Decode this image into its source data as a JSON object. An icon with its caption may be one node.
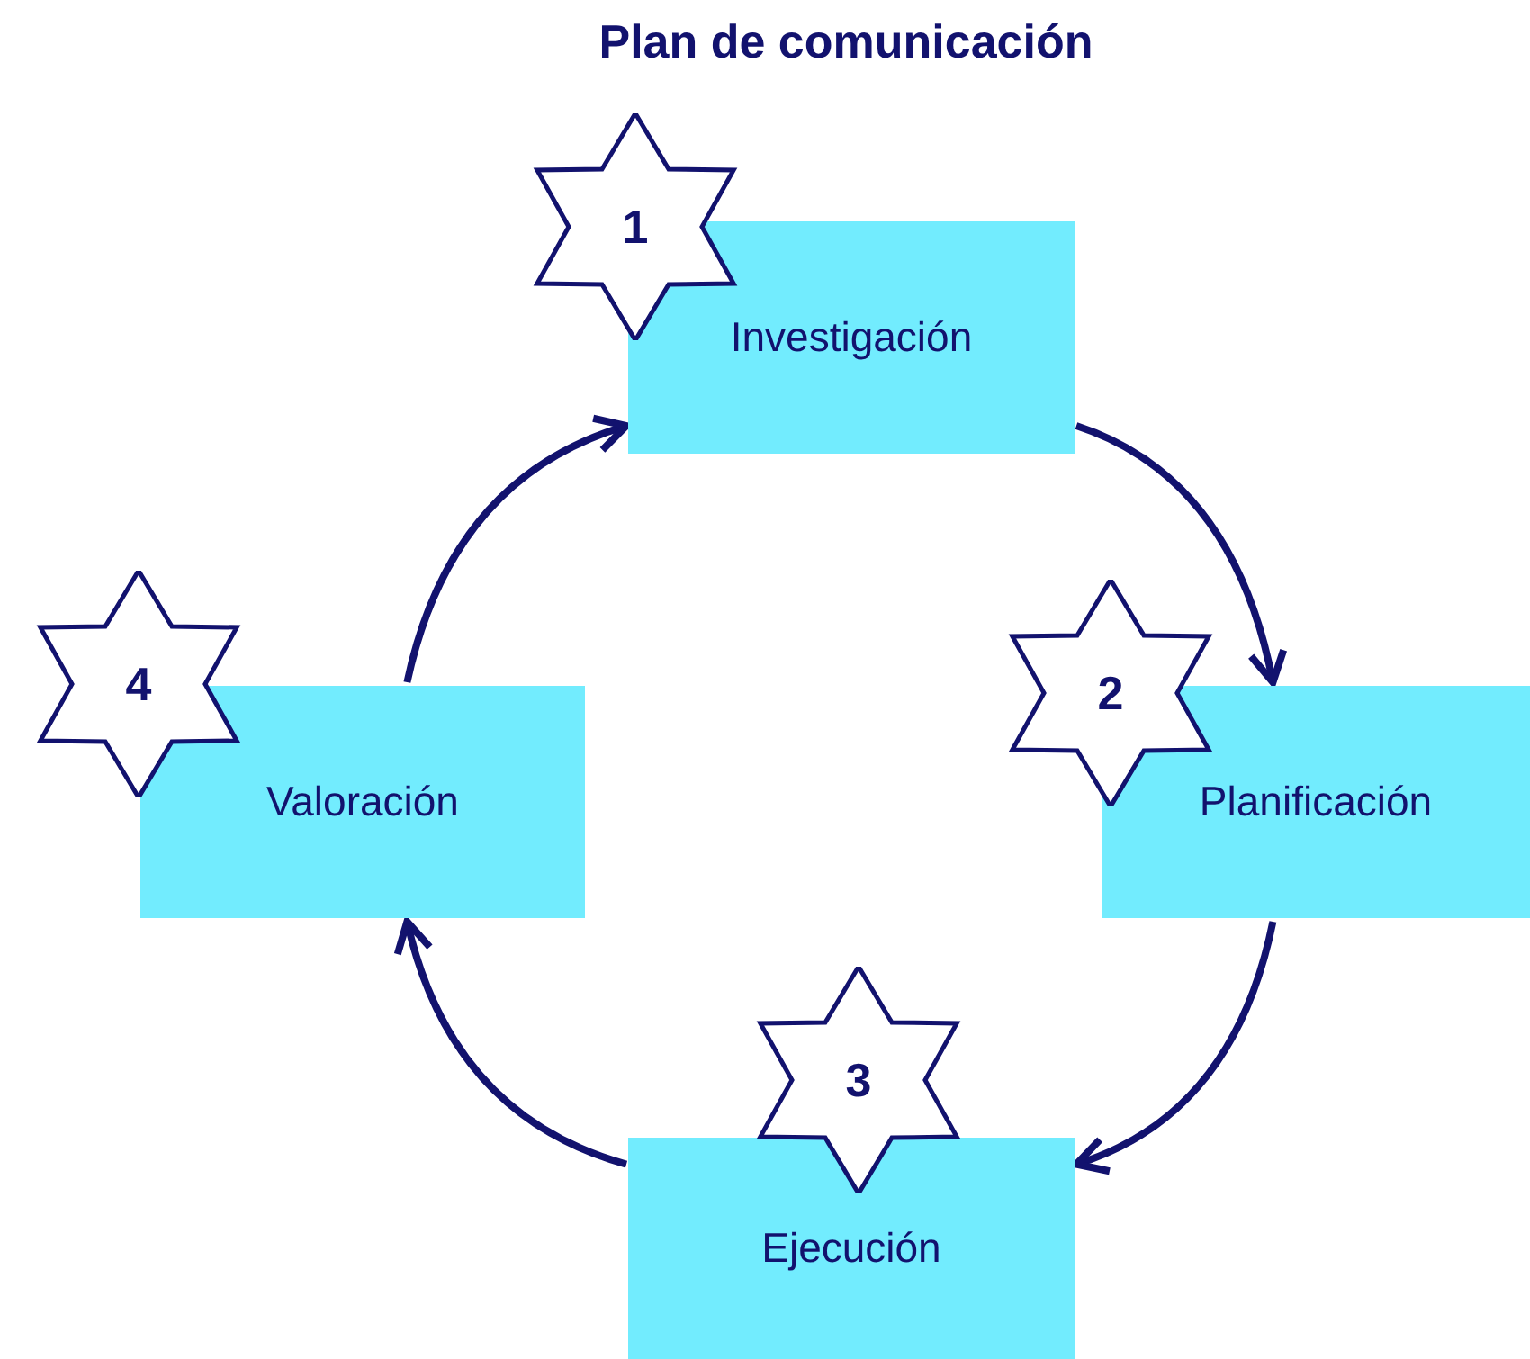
{
  "diagram": {
    "title": "Plan de comunicación",
    "nodes": [
      {
        "text": [
          "1",
          "Investigación"
        ]
      },
      {
        "text": [
          "2",
          "Planificación"
        ]
      },
      {
        "text": [
          "3",
          "Ejecución"
        ]
      },
      {
        "text": [
          "4",
          "Valoración"
        ]
      }
    ],
    "edges": [
      {
        "from": 0,
        "to": 1,
        "arrow": "to"
      },
      {
        "from": 1,
        "to": 2,
        "arrow": "to"
      },
      {
        "from": 2,
        "to": 3,
        "arrow": "to"
      },
      {
        "from": 3,
        "to": 0,
        "arrow": "to"
      }
    ]
  }
}
